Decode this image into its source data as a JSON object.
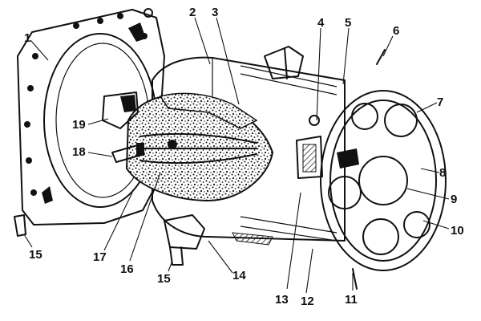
{
  "figure": {
    "callouts": [
      {
        "id": "c1",
        "text": "1"
      },
      {
        "id": "c2",
        "text": "2"
      },
      {
        "id": "c3",
        "text": "3"
      },
      {
        "id": "c4",
        "text": "4"
      },
      {
        "id": "c5",
        "text": "5"
      },
      {
        "id": "c6",
        "text": "6"
      },
      {
        "id": "c7",
        "text": "7"
      },
      {
        "id": "c8",
        "text": "8"
      },
      {
        "id": "c9",
        "text": "9"
      },
      {
        "id": "c10",
        "text": "10"
      },
      {
        "id": "c11",
        "text": "11"
      },
      {
        "id": "c12",
        "text": "12"
      },
      {
        "id": "c13",
        "text": "13"
      },
      {
        "id": "c14",
        "text": "14"
      },
      {
        "id": "c15a",
        "text": "15"
      },
      {
        "id": "c15b",
        "text": "15"
      },
      {
        "id": "c16",
        "text": "16"
      },
      {
        "id": "c17",
        "text": "17"
      },
      {
        "id": "c18",
        "text": "18"
      },
      {
        "id": "c19",
        "text": "19"
      }
    ]
  }
}
